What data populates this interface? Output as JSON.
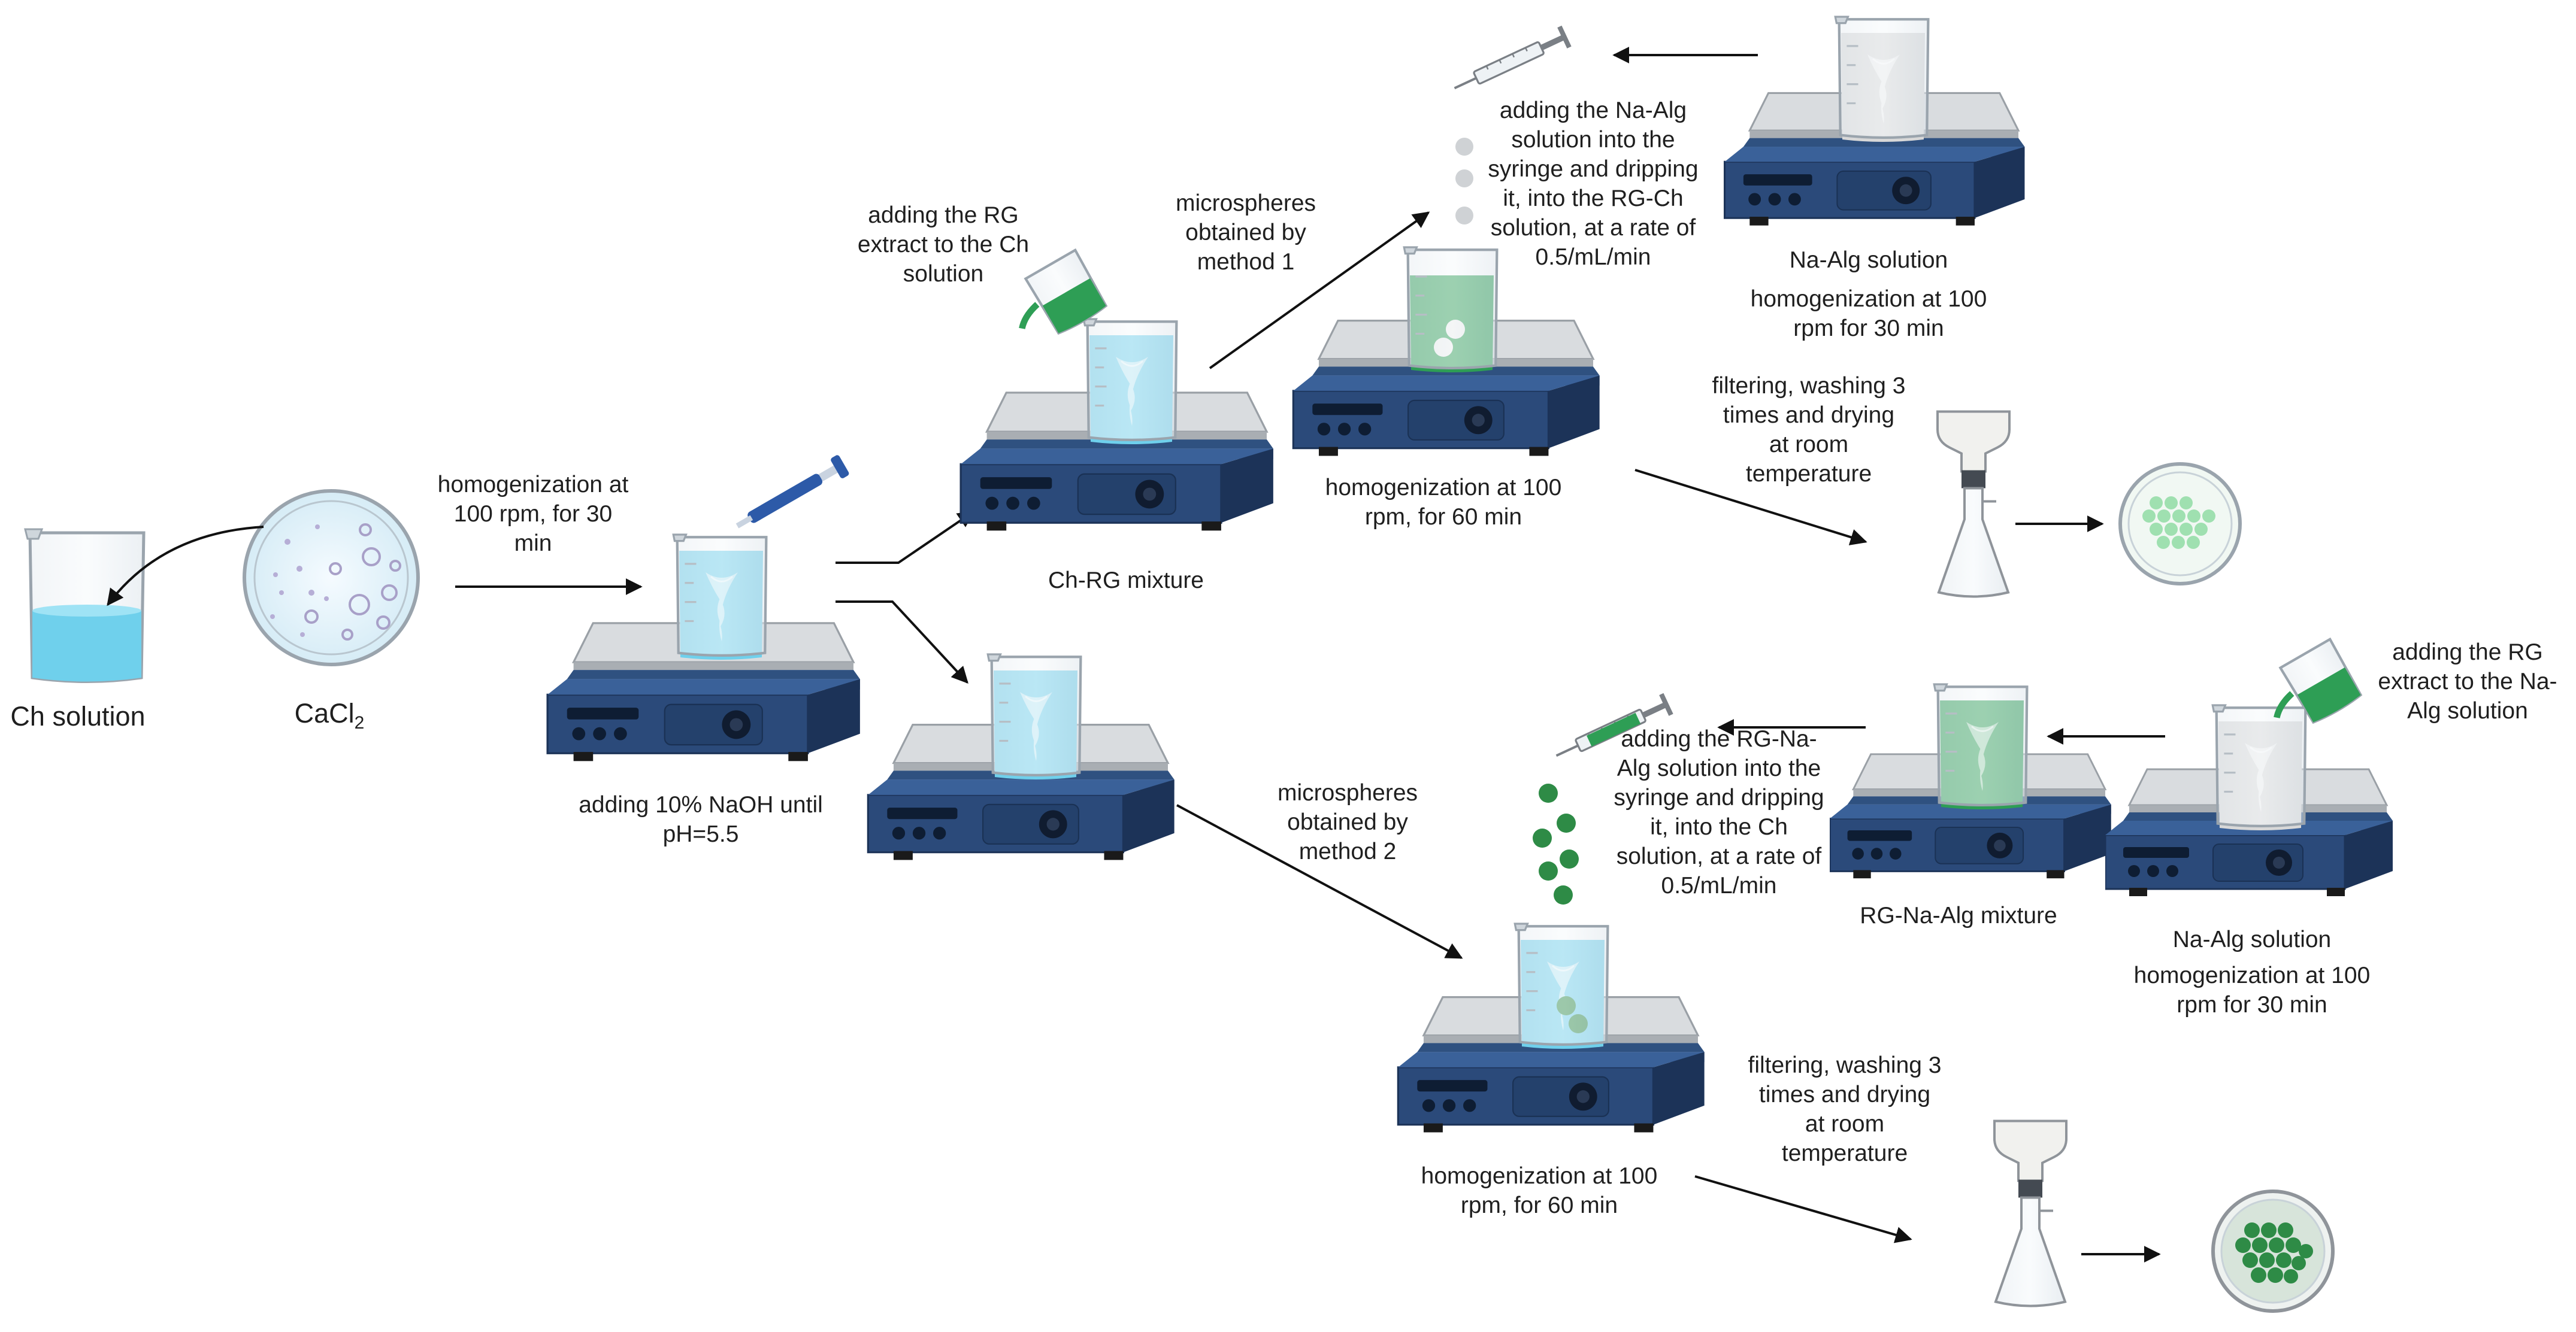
{
  "labels": {
    "ch_solution": "Ch solution",
    "cacl2": "CaCl",
    "cacl2_sub": "2",
    "homog_100rpm_30min": "homogenization at\n100 rpm, for 30\nmin",
    "adding_naoh": "adding 10% NaOH until\npH=5.5",
    "adding_rg_to_ch": "adding the RG\nextract to the Ch\nsolution",
    "ch_rg_mixture": "Ch-RG mixture",
    "microspheres_method1": "microspheres\nobtained by\nmethod 1",
    "microspheres_method2": "microspheres\nobtained by\nmethod 2",
    "homog_60min_top": "homogenization at 100\nrpm, for 60 min",
    "homog_60min_bottom": "homogenization at 100\nrpm, for 60 min",
    "adding_naalg_syringe": "adding the Na-Alg\nsolution into the\nsyringe and dripping\nit, into the RG-Ch\nsolution, at a rate of\n0.5/mL/min",
    "naalg_solution_top": "Na-Alg solution",
    "homog_30min_top": "homogenization at 100\nrpm for 30 min",
    "filtering_top": "filtering, washing 3\ntimes and drying\nat room\ntemperature",
    "adding_rg_to_naalg": "adding the RG\nextract to the Na-\nAlg solution",
    "adding_rg_naalg_syringe": "adding the RG-Na-\nAlg solution into the\nsyringe and dripping\nit, into the Ch\nsolution, at a rate of\n0.5/mL/min",
    "rg_naalg_mixture": "RG-Na-Alg mixture",
    "naalg_solution_bottom": "Na-Alg solution",
    "homog_30min_bottom": "homogenization at 100\nrpm for 30 min",
    "filtering_bottom": "filtering, washing 3\ntimes and drying\nat room\ntemperature"
  },
  "colors": {
    "stirrer_body": "#2b4a7a",
    "stirrer_dark": "#1c3358",
    "stirrer_plate": "#c9ccd0",
    "ch_liquid": "#6fd0ec",
    "rg_green": "#2e9e55",
    "bead_green": "#2e8b46",
    "naalg_grey": "#d8d8d8",
    "arrow": "#111111",
    "light_green_beads": "#9fe0b0"
  },
  "icons": [
    "beaker-icon",
    "petri-dish-icon",
    "magnetic-stirrer-icon",
    "pipette-icon",
    "syringe-icon",
    "pouring-beaker-icon",
    "filtration-funnel-icon",
    "flask-icon"
  ]
}
